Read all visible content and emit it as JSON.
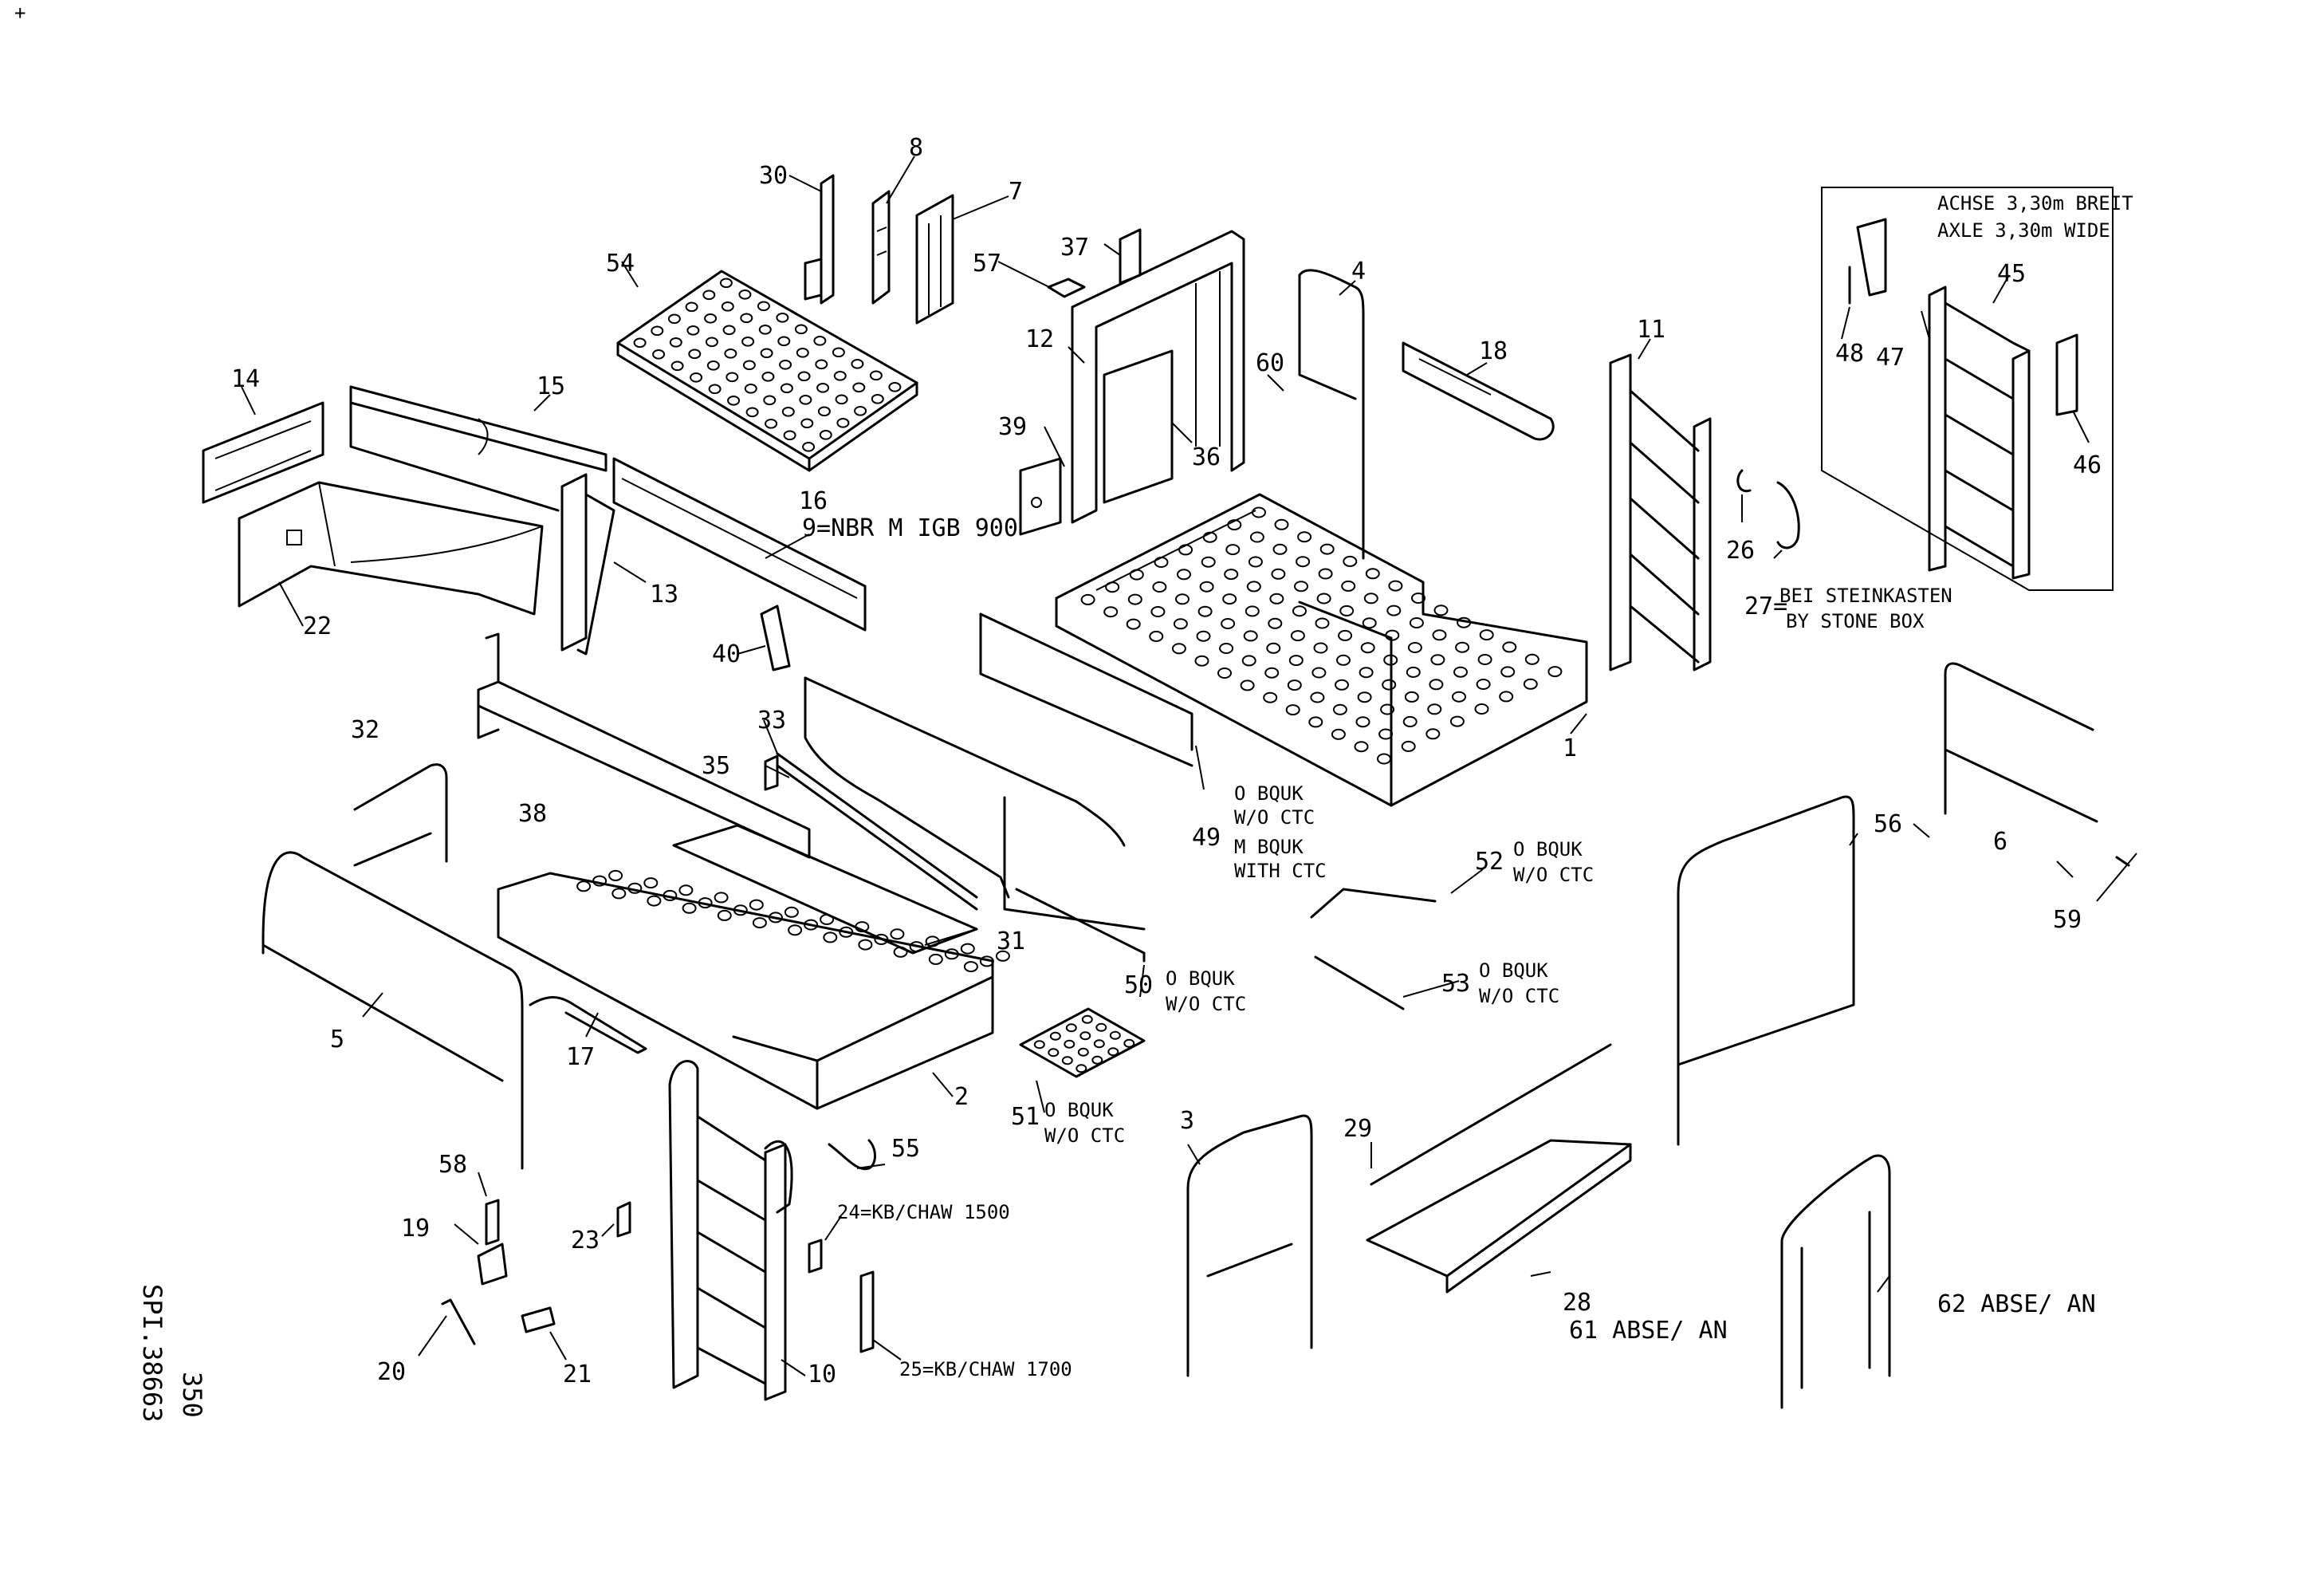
{
  "labels": {
    "p1": "1",
    "p2": "2",
    "p3": "3",
    "p4": "4",
    "p5": "5",
    "p6": "6",
    "p7": "7",
    "p8": "8",
    "p10": "10",
    "p11": "11",
    "p12": "12",
    "p13": "13",
    "p14": "14",
    "p15": "15",
    "p16": "16",
    "p17": "17",
    "p18": "18",
    "p19": "19",
    "p20": "20",
    "p21": "21",
    "p22": "22",
    "p23": "23",
    "p24": "24=KB/CHAW 1500",
    "p25": "25=KB/CHAW 1700",
    "p26": "26",
    "p27": "27=",
    "p28": "28",
    "p29": "29",
    "p30": "30",
    "p31": "31",
    "p32": "32",
    "p33": "33",
    "p35": "35",
    "p36": "36",
    "p37": "37",
    "p38": "38",
    "p39": "39",
    "p40": "40",
    "p45": "45",
    "p46": "46",
    "p47": "47",
    "p48": "48",
    "p49": "49",
    "p50": "50",
    "p51": "51",
    "p52": "52",
    "p53": "53",
    "p54": "54",
    "p55": "55",
    "p56": "56",
    "p57": "57",
    "p58": "58",
    "p59": "59",
    "p60": "60",
    "p61": "61 ABSE/ AN",
    "p62": "62 ABSE/ AN",
    "p9": "9=NBR M IGB 900"
  },
  "notes": {
    "n27a": "BEI STEINKASTEN",
    "n27b": "BY STONE BOX",
    "n49a": "O BQUK",
    "n49b": "W/O CTC",
    "n49c": "M BQUK",
    "n49d": "WITH CTC",
    "n50a": "O BQUK",
    "n50b": "W/O CTC",
    "n51a": "O BQUK",
    "n51b": "W/O CTC",
    "n52a": "O BQUK",
    "n52b": "W/O CTC",
    "n53a": "O BQUK",
    "n53b": "W/O CTC",
    "axle_de": "ACHSE 3,30m BREIT",
    "axle_en": "AXLE 3,30m WIDE"
  },
  "side_code": {
    "number": "350",
    "ref": "SPI.38663"
  },
  "corner_mark": "+"
}
